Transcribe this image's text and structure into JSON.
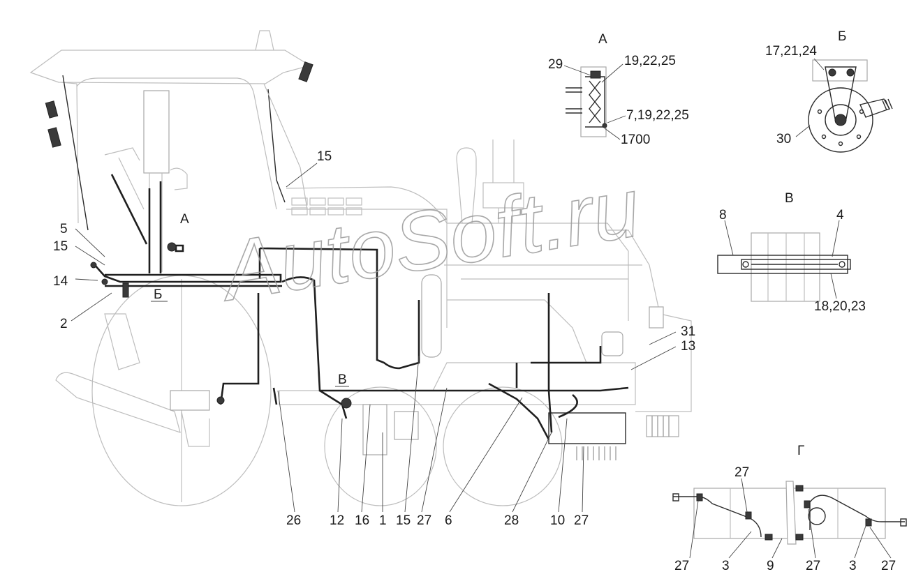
{
  "watermark": {
    "text": "AutoSoft.ru"
  },
  "views": {
    "A": {
      "title": "А",
      "labels": [
        "29",
        "19,22,25",
        "7,19,22,25",
        "1700"
      ]
    },
    "B": {
      "title": "Б",
      "labels": [
        "17,21,24",
        "30"
      ]
    },
    "V": {
      "title": "В",
      "labels": [
        "8",
        "4",
        "18,20,23"
      ]
    },
    "G": {
      "title": "Г",
      "labels": [
        "27",
        "27",
        "3",
        "9",
        "27",
        "3",
        "27"
      ]
    }
  },
  "main_view": {
    "left_labels": [
      "5",
      "15",
      "14",
      "2"
    ],
    "top_labels": [
      "15"
    ],
    "inline_labels": [
      "А",
      "Б",
      "В"
    ],
    "right_labels": [
      "31",
      "13"
    ],
    "bottom_labels": [
      "26",
      "12",
      "16",
      "1",
      "15",
      "27",
      "6",
      "28",
      "10",
      "27"
    ]
  }
}
